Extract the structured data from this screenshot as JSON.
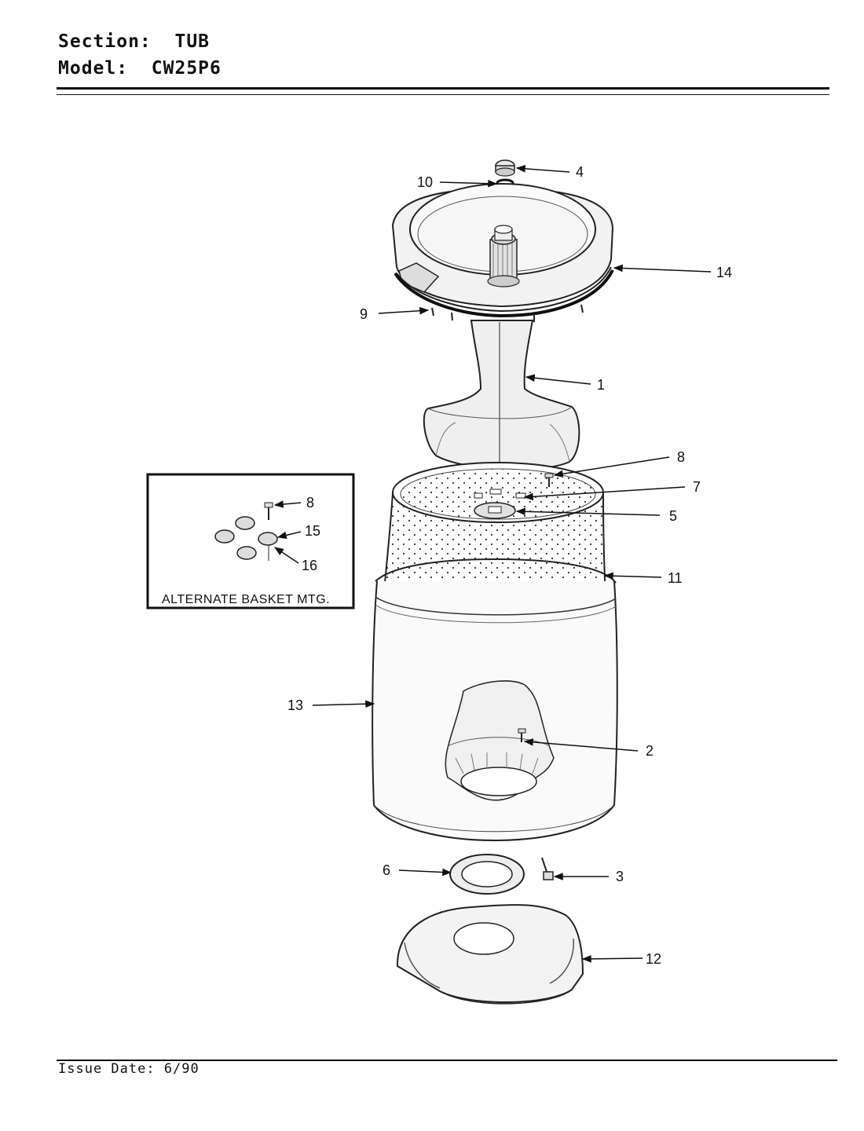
{
  "header": {
    "section_label": "Section:",
    "section_value": "TUB",
    "model_label": "Model:",
    "model_value": "CW25P6"
  },
  "footer": {
    "issue_date": "Issue Date: 6/90"
  },
  "inset": {
    "caption": "ALTERNATE BASKET MTG."
  },
  "callouts": [
    "1",
    "2",
    "3",
    "4",
    "5",
    "6",
    "7",
    "8",
    "9",
    "10",
    "11",
    "12",
    "13",
    "14",
    "15",
    "16"
  ]
}
